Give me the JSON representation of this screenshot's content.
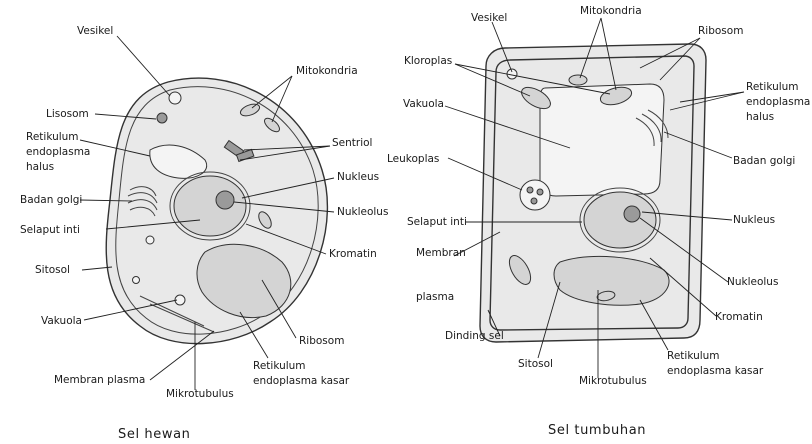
{
  "animal_cell": {
    "caption": "Sel  hewan",
    "labels": {
      "vesikel": "Vesikel",
      "mitokondria": "Mitokondria",
      "lisosom": "Lisosom",
      "retikulum_halus": [
        "Retikulum",
        "endoplasma",
        "halus"
      ],
      "sentriol": "Sentriol",
      "nukleus": "Nukleus",
      "badan_golgi": "Badan golgi",
      "nukleolus": "Nukleolus",
      "selaput_inti": "Selaput inti",
      "kromatin": "Kromatin",
      "sitosol": "Sitosol",
      "vakuola": "Vakuola",
      "ribosom": "Ribosom",
      "membran_plasma": "Membran plasma",
      "mikrotubulus": "Mikrotubulus",
      "retikulum_kasar": [
        "Retikulum",
        "endoplasma kasar"
      ]
    }
  },
  "plant_cell": {
    "caption": "Sel  tumbuhan",
    "labels": {
      "vesikel": "Vesikel",
      "mitokondria": "Mitokondria",
      "ribosom": "Ribosom",
      "kloroplas": "Kloroplas",
      "retikulum_halus": [
        "Retikulum",
        "endoplasma",
        "halus"
      ],
      "vakuola": "Vakuola",
      "badan_golgi": "Badan golgi",
      "leukoplas": "Leukoplas",
      "selaput_inti": "Selaput inti",
      "nukleus": "Nukleus",
      "membran_plasma": [
        "Membran",
        "plasma"
      ],
      "nukleolus": "Nukleolus",
      "dinding_sel": "Dinding sel",
      "kromatin": "Kromatin",
      "sitosol": "Sitosol",
      "retikulum_kasar": [
        "Retikulum",
        "endoplasma kasar"
      ],
      "mikrotubulus": "Mikrotubulus"
    }
  }
}
